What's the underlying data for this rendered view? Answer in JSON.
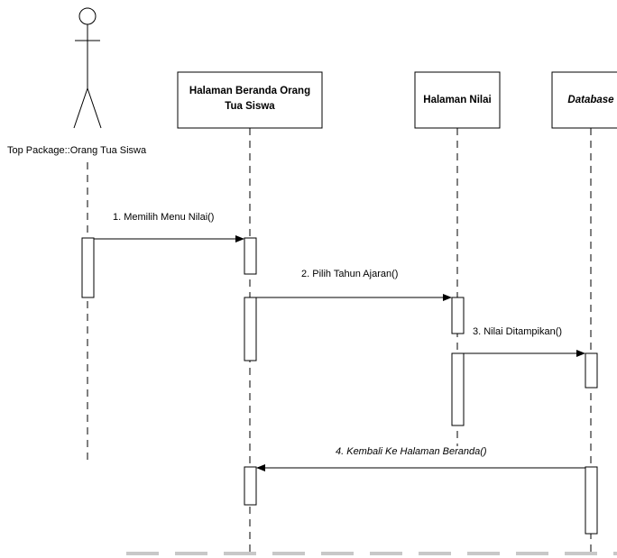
{
  "actor": {
    "label": "Top Package::Orang Tua Siswa"
  },
  "lifelines": [
    {
      "title_lines": [
        "Halaman Beranda Orang",
        "Tua Siswa"
      ],
      "italic": false
    },
    {
      "title_lines": [
        "Halaman Nilai"
      ],
      "italic": false
    },
    {
      "title_lines": [
        "Database"
      ],
      "italic": true
    }
  ],
  "messages": [
    {
      "label": "1. Memilih Menu Nilai()",
      "italic": false
    },
    {
      "label": "2. Pilih Tahun Ajaran()",
      "italic": false
    },
    {
      "label": "3. Nilai Ditampikan()",
      "italic": false
    },
    {
      "label": "4. Kembali Ke Halaman Beranda()",
      "italic": true
    }
  ]
}
